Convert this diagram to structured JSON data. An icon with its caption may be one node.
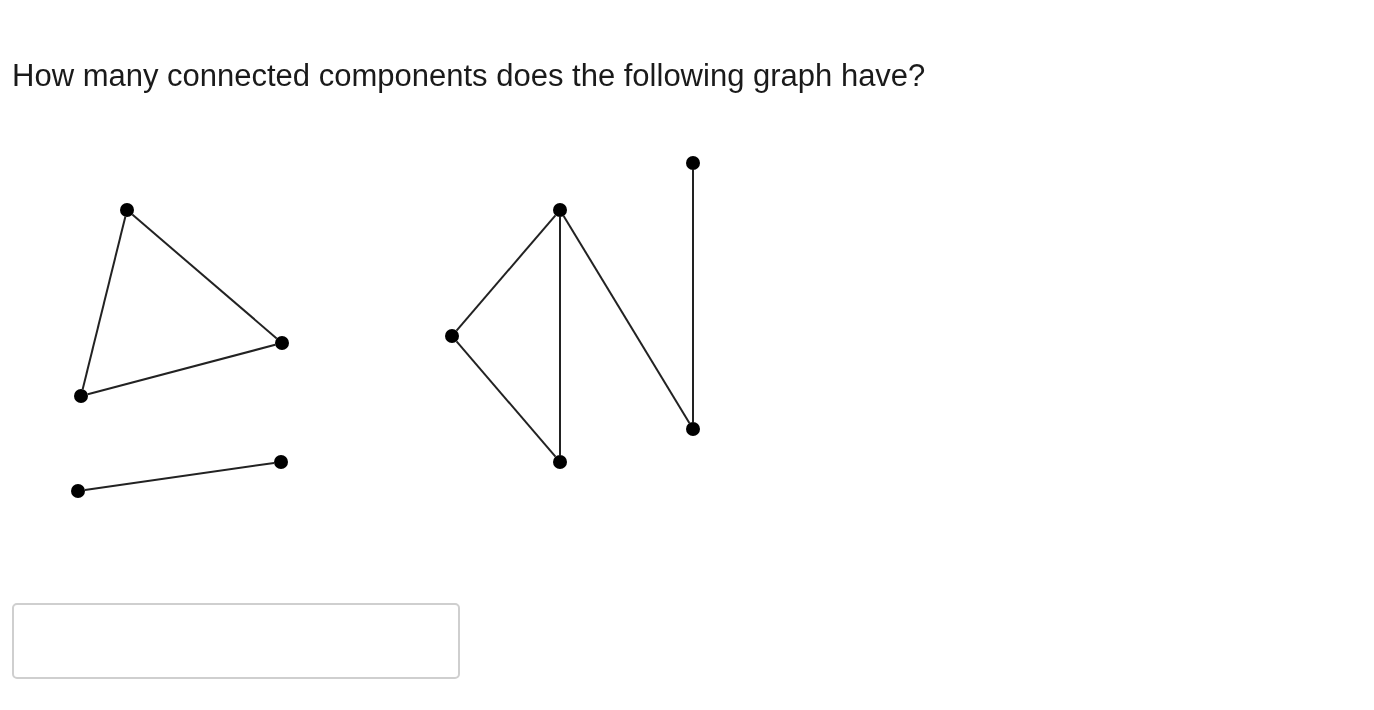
{
  "diagram": {
    "title": "How many connected components does the following graph have?",
    "nodes": [
      {
        "text": [],
        "shape": "circle"
      },
      {
        "text": [],
        "shape": "circle"
      },
      {
        "text": [],
        "shape": "circle"
      },
      {
        "text": [],
        "shape": "circle"
      },
      {
        "text": [],
        "shape": "circle"
      },
      {
        "text": [],
        "shape": "circle"
      },
      {
        "text": [],
        "shape": "circle"
      },
      {
        "text": [],
        "shape": "circle"
      },
      {
        "text": [],
        "shape": "circle"
      },
      {
        "text": [],
        "shape": "circle"
      }
    ],
    "edges": [
      {
        "from": 0,
        "to": 1,
        "arrow": "none"
      },
      {
        "from": 1,
        "to": 2,
        "arrow": "none"
      },
      {
        "from": 2,
        "to": 0,
        "arrow": "none"
      },
      {
        "from": 3,
        "to": 4,
        "arrow": "none"
      },
      {
        "from": 5,
        "to": 6,
        "arrow": "none"
      },
      {
        "from": 6,
        "to": 7,
        "arrow": "none"
      },
      {
        "from": 5,
        "to": 7,
        "arrow": "none"
      },
      {
        "from": 5,
        "to": 9,
        "arrow": "none"
      },
      {
        "from": 8,
        "to": 9,
        "arrow": "none"
      }
    ]
  }
}
